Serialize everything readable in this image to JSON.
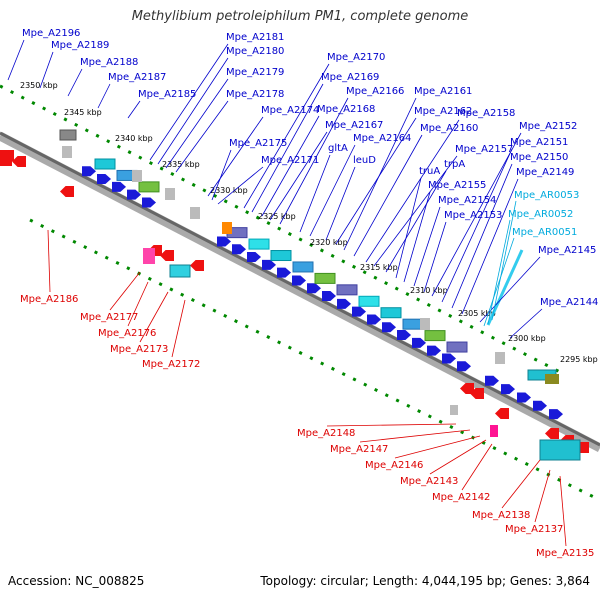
{
  "title": "Methylibium petroleiphilum PM1, complete genome",
  "accession": "Accession: NC_008825",
  "topology": "Topology: circular; Length: 4,044,195 bp; Genes: 3,864",
  "colors": {
    "forward_label": "#0000cc",
    "reverse_label": "#dd0000",
    "rna_label": "#00aadd",
    "backbone": "#777777",
    "ruler": "#008800"
  },
  "scale_labels": [
    "2350 kbp",
    "2345 kbp",
    "2340 kbp",
    "2335 kbp",
    "2330 kbp",
    "2325 kbp",
    "2320 kbp",
    "2315 kbp",
    "2310 kbp",
    "2305 kbp",
    "2300 kbp",
    "2295 kbp"
  ],
  "forward_labels": [
    "Mpe_A2196",
    "Mpe_A2189",
    "Mpe_A2188",
    "Mpe_A2187",
    "Mpe_A2185",
    "Mpe_A2181",
    "Mpe_A2180",
    "Mpe_A2179",
    "Mpe_A2178",
    "Mpe_A2174",
    "Mpe_A2175",
    "Mpe_A2171",
    "Mpe_A2170",
    "Mpe_A2169",
    "Mpe_A2168",
    "Mpe_A2167",
    "Mpe_A2166",
    "gltA",
    "Mpe_A2164",
    "leuD",
    "Mpe_A2162",
    "Mpe_A2161",
    "Mpe_A2160",
    "Mpe_A2158",
    "Mpe_A2157",
    "trpA",
    "truA",
    "Mpe_A2155",
    "Mpe_A2154",
    "Mpe_A2153",
    "Mpe_A2152",
    "Mpe_A2151",
    "Mpe_A2150",
    "Mpe_A2149",
    "Mpe_A2145",
    "Mpe_A2144"
  ],
  "rna_labels": [
    "Mpe_AR0053",
    "Mpe_AR0052",
    "Mpe_AR0051"
  ],
  "reverse_labels": [
    "Mpe_A2186",
    "Mpe_A2177",
    "Mpe_A2176",
    "Mpe_A2173",
    "Mpe_A2172",
    "Mpe_A2148",
    "Mpe_A2147",
    "Mpe_A2146",
    "Mpe_A2143",
    "Mpe_A2142",
    "Mpe_A2138",
    "Mpe_A2137",
    "Mpe_A2135"
  ]
}
